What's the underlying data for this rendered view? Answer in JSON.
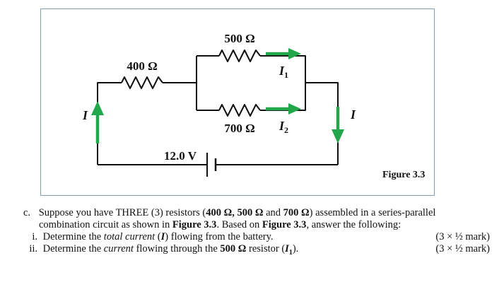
{
  "figure": {
    "caption": "Figure 3.3",
    "resistor_top": "500 Ω",
    "resistor_bottom": "700 Ω",
    "resistor_series": "400 Ω",
    "battery": "12.0 V",
    "current_total": "I",
    "current_1_base": "I",
    "current_1_sub": "1",
    "current_2_base": "I",
    "current_2_sub": "2",
    "colors": {
      "wire": "#111111",
      "arrow": "#22a84a",
      "frame": "#7f9fb8"
    }
  },
  "question": {
    "intro_prefix": "c.",
    "intro_1": "Suppose you have THREE (3) resistors (",
    "intro_r1": "400 Ω",
    "intro_sep1": ", ",
    "intro_r2": "500 Ω",
    "intro_and": " and ",
    "intro_r3": "700 Ω",
    "intro_2": ") assembled in a series-parallel",
    "line2_a": "combination circuit as shown in ",
    "line2_fig1": "Figure 3.3",
    "line2_b": ". Based on ",
    "line2_fig2": "Figure 3.3",
    "line2_c": ", answer the following:",
    "items": [
      {
        "num": "i.",
        "a": "Determine the ",
        "em": "total current",
        "b": " (",
        "sym": "I",
        "c": ") flowing from the battery.",
        "marks": "(3 × ½ mark)"
      },
      {
        "num": "ii.",
        "a": "Determine the ",
        "em": "current",
        "b": " flowing through the ",
        "res": "500 Ω",
        "c": " resistor (",
        "sym": "I",
        "sub": "1",
        "d": ").",
        "marks": "(3 × ½ mark)"
      }
    ]
  }
}
